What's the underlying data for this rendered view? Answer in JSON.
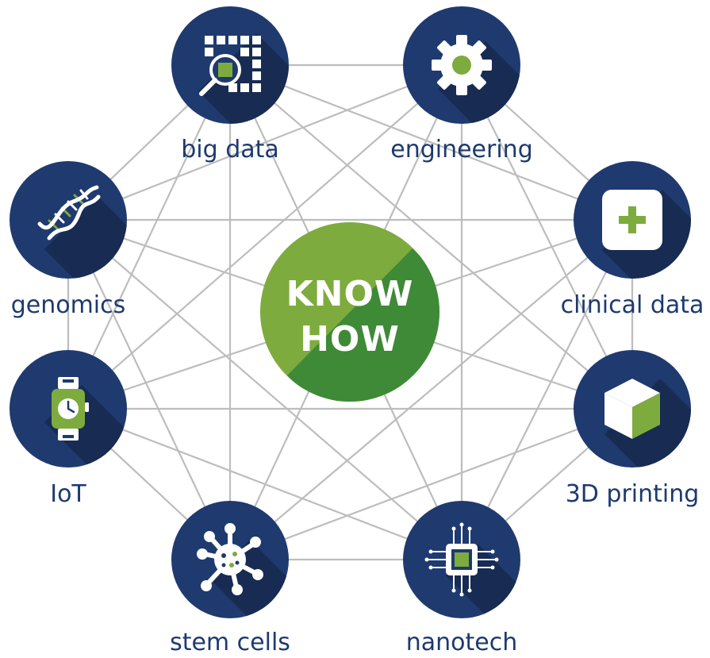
{
  "center": {
    "line1": "KNOW",
    "line2": "HOW",
    "color": "#7eab3e",
    "shadow_color": "#3f8a37"
  },
  "colors": {
    "node_fill": "#1f3a6f",
    "node_shadow": "#182b52",
    "accent_green": "#7eab3e",
    "edge": "#bdbdbd",
    "label": "#1d3a6e"
  },
  "nodes": [
    {
      "id": "big-data",
      "label": "big data",
      "icon": "grid-magnifier-icon"
    },
    {
      "id": "engineering",
      "label": "engineering",
      "icon": "gear-icon"
    },
    {
      "id": "clinical-data",
      "label": "clinical data",
      "icon": "medical-cross-icon"
    },
    {
      "id": "3d-printing",
      "label": "3D printing",
      "icon": "cube-icon"
    },
    {
      "id": "nanotech",
      "label": "nanotech",
      "icon": "microchip-icon"
    },
    {
      "id": "stem-cells",
      "label": "stem cells",
      "icon": "cell-icon"
    },
    {
      "id": "iot",
      "label": "IoT",
      "icon": "smartwatch-icon"
    },
    {
      "id": "genomics",
      "label": "genomics",
      "icon": "dna-icon"
    }
  ]
}
